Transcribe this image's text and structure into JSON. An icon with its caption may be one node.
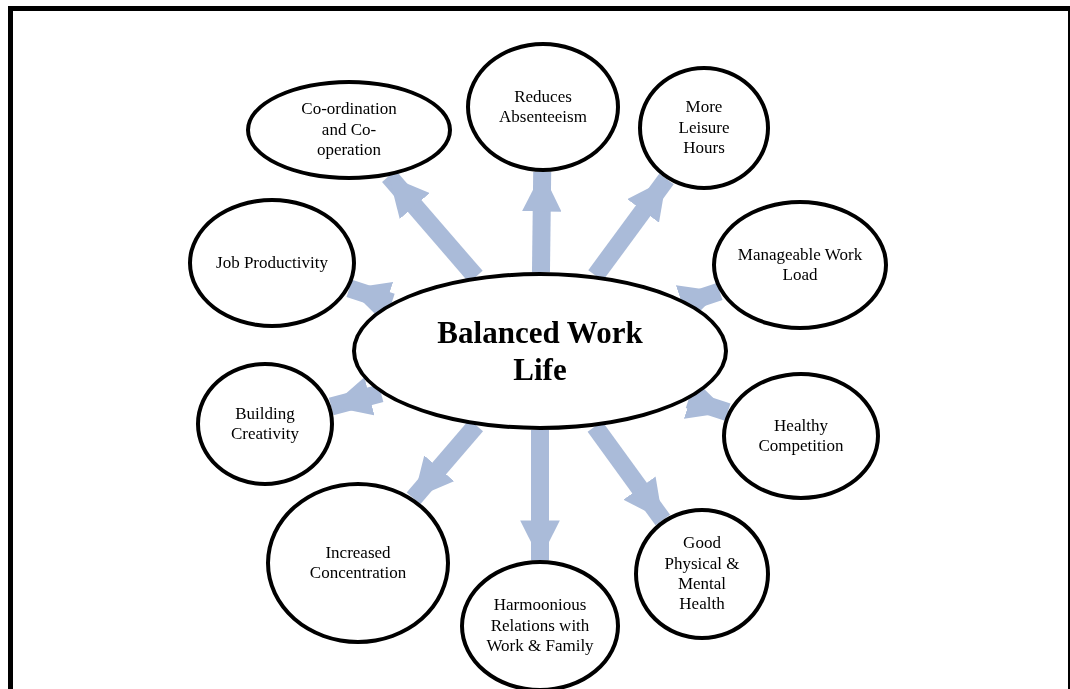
{
  "diagram": {
    "nodes": [
      {
        "text": [
          "Balanced Work Life"
        ]
      },
      {
        "text": [
          "Co-ordination and Co-operation"
        ]
      },
      {
        "text": [
          "Reduces Absenteeism"
        ]
      },
      {
        "text": [
          "More Leisure Hours"
        ]
      },
      {
        "text": [
          "Manageable Work Load"
        ]
      },
      {
        "text": [
          "Healthy Competition"
        ]
      },
      {
        "text": [
          "Good Physical & Mental Health"
        ]
      },
      {
        "text": [
          "Harmoonious Relations with Work & Family"
        ]
      },
      {
        "text": [
          "Increased Concentration"
        ]
      },
      {
        "text": [
          "Building Creativity"
        ]
      },
      {
        "text": [
          "Job Productivity"
        ]
      }
    ],
    "edges": [
      {
        "from": 0,
        "to": 1,
        "arrow": "to"
      },
      {
        "from": 0,
        "to": 2,
        "arrow": "to"
      },
      {
        "from": 0,
        "to": 3,
        "arrow": "to"
      },
      {
        "from": 0,
        "to": 4,
        "arrow": "to"
      },
      {
        "from": 0,
        "to": 5,
        "arrow": "to"
      },
      {
        "from": 0,
        "to": 6,
        "arrow": "to"
      },
      {
        "from": 0,
        "to": 7,
        "arrow": "to"
      },
      {
        "from": 0,
        "to": 8,
        "arrow": "to"
      },
      {
        "from": 0,
        "to": 9,
        "arrow": "to"
      },
      {
        "from": 0,
        "to": 10,
        "arrow": "to"
      }
    ]
  }
}
